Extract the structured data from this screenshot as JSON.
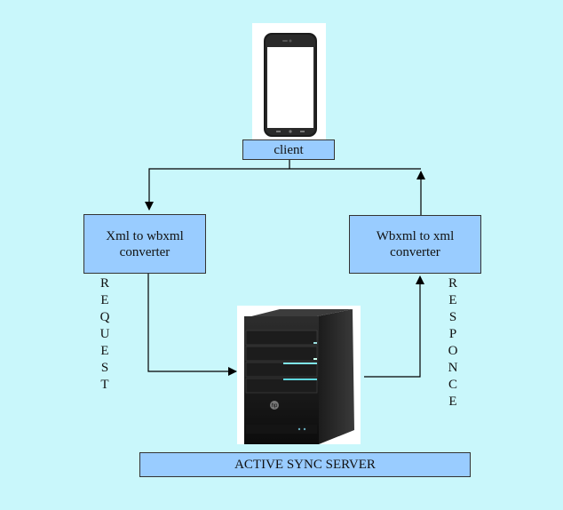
{
  "labels": {
    "client": "client",
    "xml_to_wbxml": "Xml to wbxml\nconverter",
    "wbxml_to_xml": "Wbxml to xml\nconverter",
    "request": "REQUEST",
    "responce": "RESPONCE",
    "server": "ACTIVE SYNC SERVER"
  },
  "colors": {
    "background": "#c9f7fb",
    "box_fill": "#99ccff"
  },
  "icons": {
    "client_device": "smartphone-icon",
    "server_device": "server-tower-icon"
  }
}
